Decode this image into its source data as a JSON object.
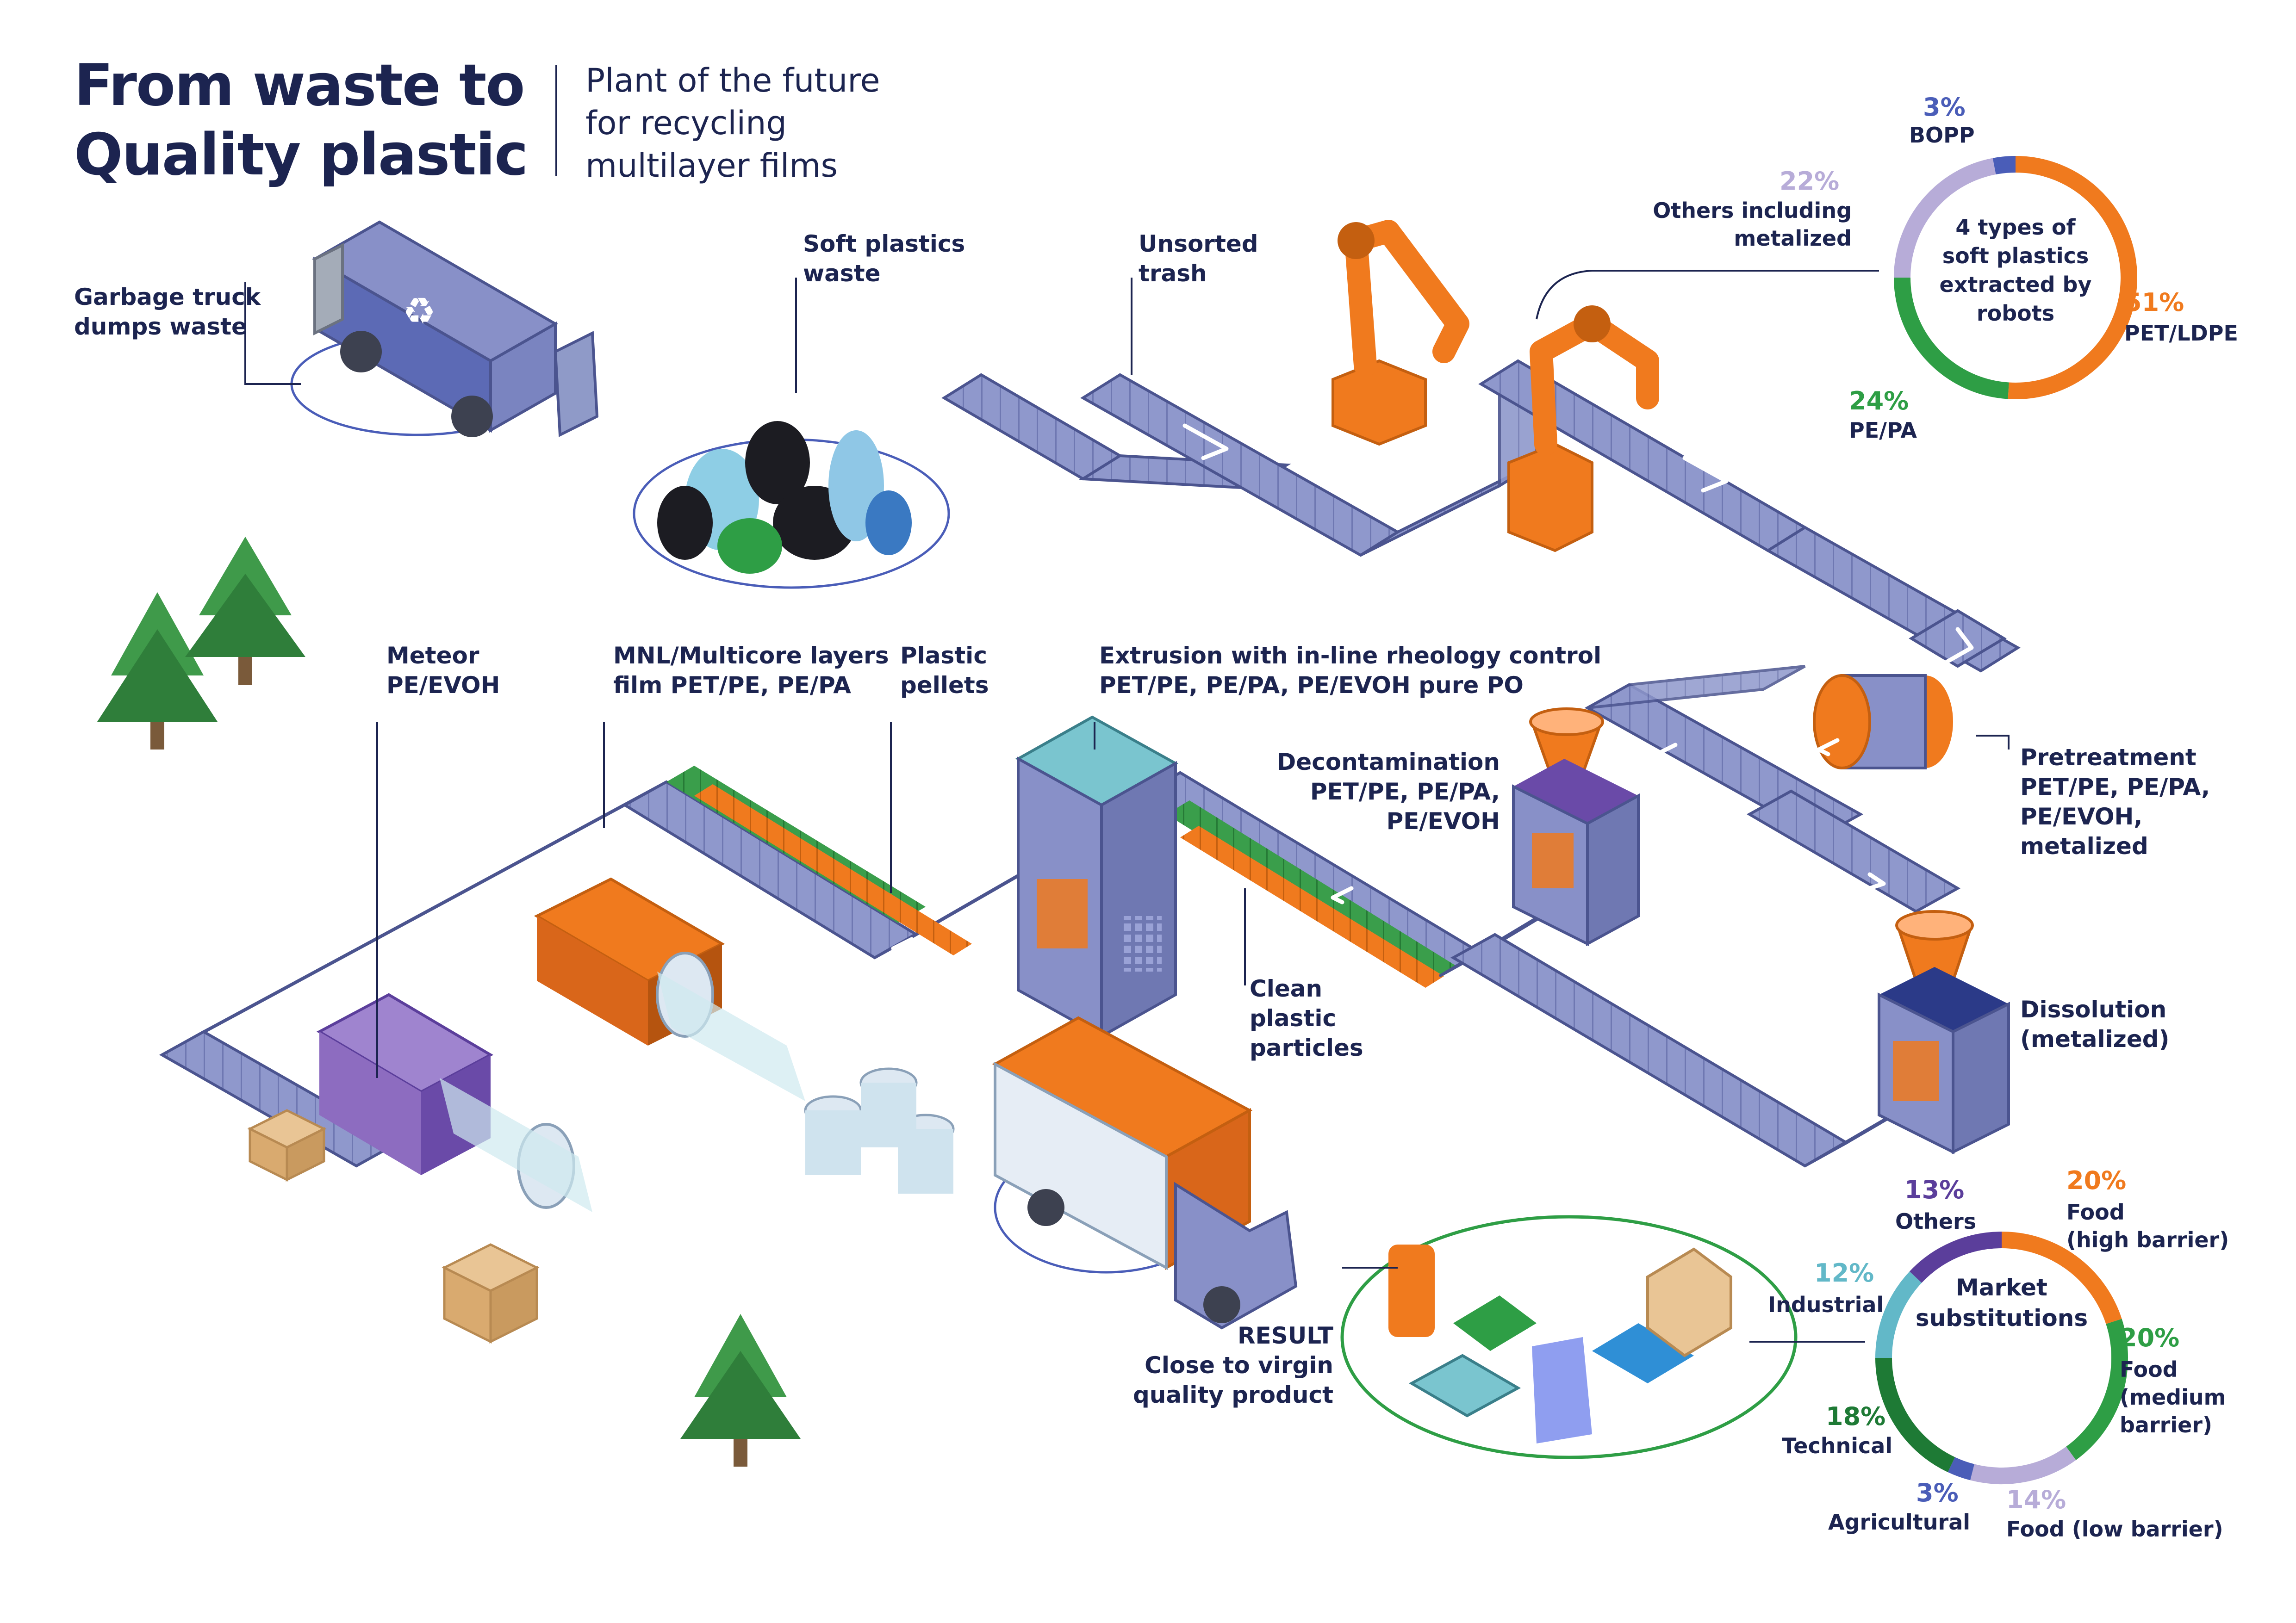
{
  "header": {
    "title_line1": "From waste to",
    "title_line2": "Quality plastic",
    "subtitle_line1": "Plant of the future",
    "subtitle_line2": "for recycling",
    "subtitle_line3": "multilayer films"
  },
  "steps": {
    "garbage_truck": "Garbage truck\ndumps waste",
    "soft_plastics_waste": "Soft plastics\nwaste",
    "unsorted_trash": "Unsorted\ntrash",
    "pretreatment": "Pretreatment\nPET/PE, PE/PA,\nPE/EVOH,\nmetalized",
    "dissolution": "Dissolution\n(metalized)",
    "decontamination": "Decontamination\nPET/PE, PE/PA,\nPE/EVOH",
    "extrusion": "Extrusion with in-line rheology control\nPET/PE, PE/PA, PE/EVOH pure PO",
    "clean_particles": "Clean\nplastic\nparticles",
    "plastic_pellets": "Plastic\npellets",
    "mnl_film": "MNL/Multicore layers\nfilm PET/PE, PE/PA",
    "meteor": "Meteor\nPE/EVOH",
    "result": "RESULT\nClose to virgin\nquality product"
  },
  "robots_donut": {
    "center_label": "4 types of\nsoft plastics\nextracted by\nrobots",
    "segments": [
      {
        "pct": "51%",
        "label": "PET/LDPE",
        "value": 51,
        "color": "#f07a1e"
      },
      {
        "pct": "24%",
        "label": "PE/PA",
        "value": 24,
        "color": "#2e9e45"
      },
      {
        "pct": "22%",
        "label": "Others including\nmetalized",
        "value": 22,
        "color": "#b7acd8"
      },
      {
        "pct": "3%",
        "label": "BOPP",
        "value": 3,
        "color": "#4a5db8"
      }
    ]
  },
  "market_donut": {
    "center_label": "Market\nsubstitutions",
    "segments": [
      {
        "pct": "20%",
        "label": "Food\n(high barrier)",
        "value": 20,
        "color": "#f07a1e"
      },
      {
        "pct": "20%",
        "label": "Food\n(medium\nbarrier)",
        "value": 20,
        "color": "#2e9e45"
      },
      {
        "pct": "14%",
        "label": "Food (low barrier)",
        "value": 14,
        "color": "#b7acd8"
      },
      {
        "pct": "3%",
        "label": "Agricultural",
        "value": 3,
        "color": "#4a5db8"
      },
      {
        "pct": "18%",
        "label": "Technical",
        "value": 18,
        "color": "#1e7a35"
      },
      {
        "pct": "12%",
        "label": "Industrial",
        "value": 12,
        "color": "#62b8c8"
      },
      {
        "pct": "13%",
        "label": "Others",
        "value": 13,
        "color": "#5b3e9b"
      }
    ]
  },
  "colors": {
    "navy": "#1c2450",
    "conveyor": "#8a94c8",
    "conveyor_dark": "#5c66a6",
    "machine": "#8890c8",
    "orange": "#f07a1e",
    "green": "#2e9e45",
    "purple": "#8d6cc0",
    "teal": "#7ac5cf",
    "tree": "#3f9a4a"
  }
}
